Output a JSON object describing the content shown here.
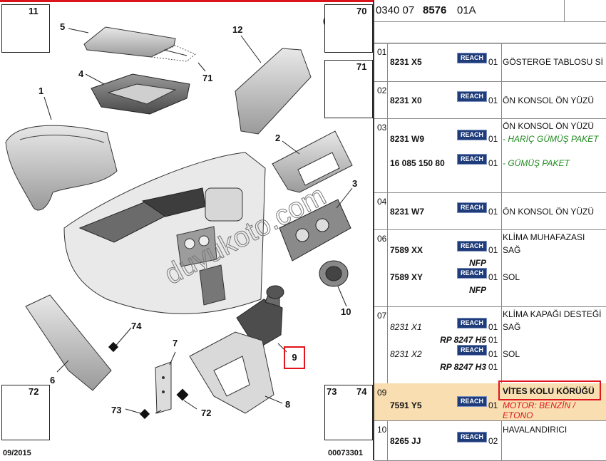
{
  "ref": {
    "part1": "0340 07",
    "part2": "8576",
    "part3": "01A"
  },
  "diagram": {
    "callouts": [
      "11",
      "5",
      "12",
      "70",
      "71",
      "4",
      "71",
      "1",
      "2",
      "3",
      "10",
      "74",
      "6",
      "7",
      "9",
      "8",
      "73",
      "72",
      "72",
      "73",
      "74"
    ],
    "date_label": "09/2015",
    "code_label": "00073301",
    "watermark": "duyukoto.com",
    "colors": {
      "accent_red": "#e2141c",
      "line": "#333333"
    }
  },
  "parts": [
    {
      "pos": "01",
      "lines": [
        {
          "pn": "8231 X5",
          "reach": "REACH",
          "qty": "01",
          "desc": "GÖSTERGE TABLOSU Sİ"
        }
      ]
    },
    {
      "pos": "02",
      "lines": [
        {
          "pn": "8231 X0",
          "reach": "REACH",
          "qty": "01",
          "desc": "ÖN KONSOL ÖN YÜZÜ"
        }
      ]
    },
    {
      "pos": "03",
      "lines": [
        {
          "pn": "",
          "reach": "",
          "qty": "",
          "desc": "ÖN KONSOL ÖN YÜZÜ"
        },
        {
          "pn": "8231 W9",
          "reach": "REACH",
          "qty": "01",
          "desc": "- HARİÇ GÜMÜŞ PAKET"
        },
        {
          "pn": "16 085 150 80",
          "reach": "REACH",
          "qty": "01",
          "desc": "- GÜMÜŞ PAKET"
        }
      ]
    },
    {
      "pos": "04",
      "lines": [
        {
          "pn": "8231 W7",
          "reach": "REACH",
          "qty": "01",
          "desc": "ÖN KONSOL ÖN YÜZÜ"
        }
      ]
    },
    {
      "pos": "06",
      "lines": [
        {
          "pn": "",
          "reach": "",
          "qty": "",
          "desc": "KLİMA MUHAFAZASI"
        },
        {
          "pn": "7589 XX",
          "reach": "REACH",
          "qty": "01",
          "desc": "SAĞ",
          "note": "NFP"
        },
        {
          "pn": "7589 XY",
          "reach": "REACH",
          "qty": "01",
          "desc": "SOL",
          "note": "NFP"
        }
      ]
    },
    {
      "pos": "07",
      "lines": [
        {
          "pn": "",
          "reach": "",
          "qty": "",
          "desc": "KLİMA KAPAĞI DESTEĞİ"
        },
        {
          "pn": "8231 X1",
          "reach": "REACH",
          "qty": "01",
          "desc": "SAĞ",
          "note": "RP 8247 H5",
          "qty2": "01"
        },
        {
          "pn": "8231 X2",
          "reach": "REACH",
          "qty": "01",
          "desc": "SOL",
          "note": "RP 8247 H3",
          "qty2": "01"
        }
      ]
    },
    {
      "pos": "09",
      "lines": [
        {
          "pn": "",
          "reach": "",
          "qty": "",
          "desc": "VİTES KOLU KÖRÜĞÜ"
        },
        {
          "pn": "7591 Y5",
          "reach": "REACH",
          "qty": "01",
          "desc": "MOTOR: BENZİN / ETONO"
        }
      ]
    },
    {
      "pos": "10",
      "lines": [
        {
          "pn": "",
          "reach": "",
          "qty": "",
          "desc": "HAVALANDIRICI"
        },
        {
          "pn": "8265 JJ",
          "reach": "REACH",
          "qty": "02",
          "desc": ""
        }
      ]
    }
  ]
}
